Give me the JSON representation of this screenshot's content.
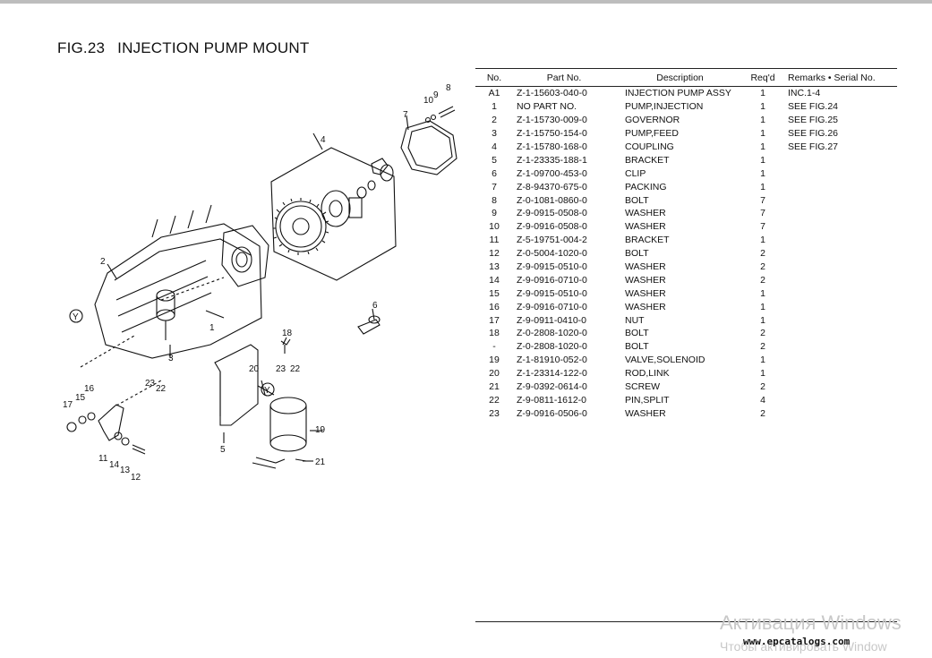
{
  "figure": {
    "number": "FIG.23",
    "title": "INJECTION PUMP MOUNT"
  },
  "table": {
    "headers": {
      "no": "No.",
      "part": "Part No.",
      "desc": "Description",
      "req": "Req'd",
      "remarks": "Remarks • Serial No."
    },
    "rows": [
      {
        "no": "A1",
        "part": "Z-1-15603-040-0",
        "desc": "INJECTION PUMP ASSY",
        "req": "1",
        "remarks": "INC.1-4"
      },
      {
        "no": "1",
        "part": "NO PART NO.",
        "desc": "PUMP,INJECTION",
        "req": "1",
        "remarks": "SEE FIG.24"
      },
      {
        "no": "2",
        "part": "Z-1-15730-009-0",
        "desc": "GOVERNOR",
        "req": "1",
        "remarks": "SEE FIG.25"
      },
      {
        "no": "3",
        "part": "Z-1-15750-154-0",
        "desc": "PUMP,FEED",
        "req": "1",
        "remarks": "SEE FIG.26"
      },
      {
        "no": "4",
        "part": "Z-1-15780-168-0",
        "desc": "COUPLING",
        "req": "1",
        "remarks": "SEE FIG.27"
      },
      {
        "no": "5",
        "part": "Z-1-23335-188-1",
        "desc": "BRACKET",
        "req": "1",
        "remarks": ""
      },
      {
        "no": "6",
        "part": "Z-1-09700-453-0",
        "desc": "CLIP",
        "req": "1",
        "remarks": ""
      },
      {
        "no": "7",
        "part": "Z-8-94370-675-0",
        "desc": "PACKING",
        "req": "1",
        "remarks": ""
      },
      {
        "no": "8",
        "part": "Z-0-1081-0860-0",
        "desc": "BOLT",
        "req": "7",
        "remarks": ""
      },
      {
        "no": "9",
        "part": "Z-9-0915-0508-0",
        "desc": "WASHER",
        "req": "7",
        "remarks": ""
      },
      {
        "no": "10",
        "part": "Z-9-0916-0508-0",
        "desc": "WASHER",
        "req": "7",
        "remarks": ""
      },
      {
        "no": "11",
        "part": "Z-5-19751-004-2",
        "desc": "BRACKET",
        "req": "1",
        "remarks": ""
      },
      {
        "no": "12",
        "part": "Z-0-5004-1020-0",
        "desc": "BOLT",
        "req": "2",
        "remarks": ""
      },
      {
        "no": "13",
        "part": "Z-9-0915-0510-0",
        "desc": "WASHER",
        "req": "2",
        "remarks": ""
      },
      {
        "no": "14",
        "part": "Z-9-0916-0710-0",
        "desc": "WASHER",
        "req": "2",
        "remarks": ""
      },
      {
        "no": "15",
        "part": "Z-9-0915-0510-0",
        "desc": "WASHER",
        "req": "1",
        "remarks": ""
      },
      {
        "no": "16",
        "part": "Z-9-0916-0710-0",
        "desc": "WASHER",
        "req": "1",
        "remarks": ""
      },
      {
        "no": "17",
        "part": "Z-9-0911-0410-0",
        "desc": "NUT",
        "req": "1",
        "remarks": ""
      },
      {
        "no": "18",
        "part": "Z-0-2808-1020-0",
        "desc": "BOLT",
        "req": "2",
        "remarks": ""
      },
      {
        "no": "-",
        "part": "Z-0-2808-1020-0",
        "desc": "BOLT",
        "req": "2",
        "remarks": ""
      },
      {
        "no": "19",
        "part": "Z-1-81910-052-0",
        "desc": "VALVE,SOLENOID",
        "req": "1",
        "remarks": ""
      },
      {
        "no": "20",
        "part": "Z-1-23314-122-0",
        "desc": "ROD,LINK",
        "req": "1",
        "remarks": ""
      },
      {
        "no": "21",
        "part": "Z-9-0392-0614-0",
        "desc": "SCREW",
        "req": "2",
        "remarks": ""
      },
      {
        "no": "22",
        "part": "Z-9-0811-1612-0",
        "desc": "PIN,SPLIT",
        "req": "4",
        "remarks": ""
      },
      {
        "no": "23",
        "part": "Z-9-0916-0506-0",
        "desc": "WASHER",
        "req": "2",
        "remarks": ""
      }
    ]
  },
  "callouts": {
    "c1": "1",
    "c2": "2",
    "c3": "3",
    "c4": "4",
    "c5": "5",
    "c6": "6",
    "c7": "7",
    "c8": "8",
    "c9": "9",
    "c10": "10",
    "c11": "11",
    "c12": "12",
    "c13": "13",
    "c14": "14",
    "c15": "15",
    "c16": "16",
    "c17": "17",
    "c18": "18",
    "c19": "19",
    "c20": "20",
    "c21": "21",
    "c22a": "22",
    "c22b": "22",
    "c23a": "23",
    "c23b": "23",
    "ya": "Y",
    "yb": "Y"
  },
  "watermark": {
    "line1": "Активация Windows",
    "line2": "Чтобы активировать Window"
  },
  "site": "www.epcatalogs.com"
}
